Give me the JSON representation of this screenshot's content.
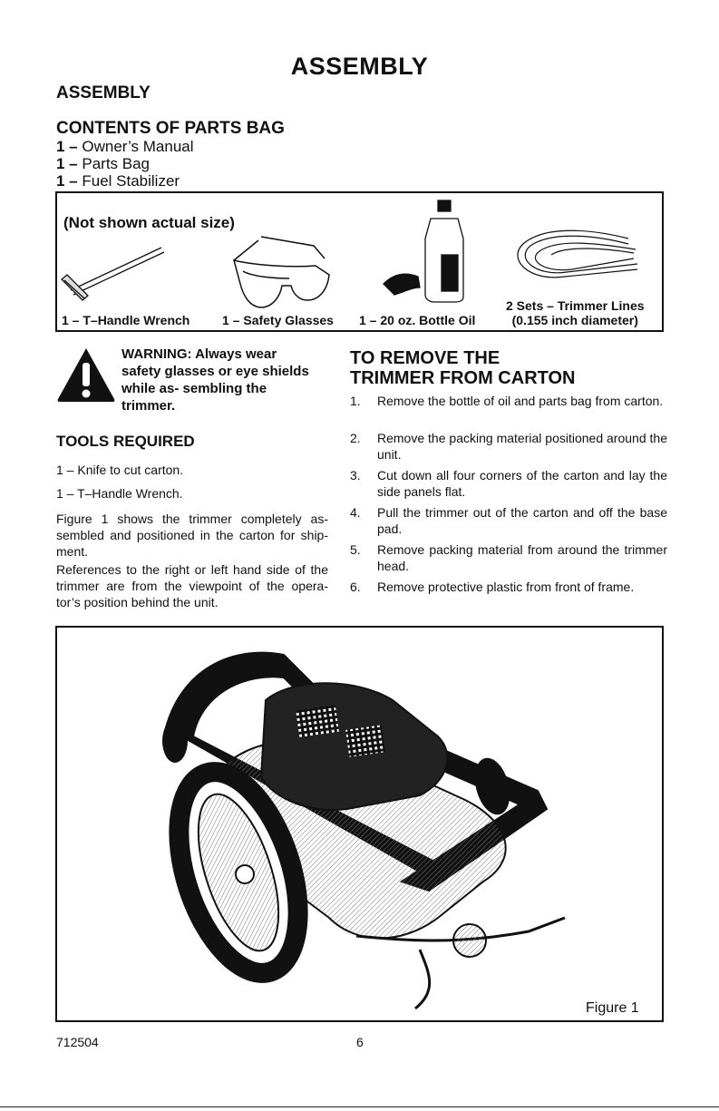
{
  "page": {
    "title": "ASSEMBLY",
    "section": "ASSEMBLY"
  },
  "contents": {
    "title": "CONTENTS OF PARTS BAG",
    "items": [
      {
        "qty": "1 –",
        "label": " Owner’s Manual"
      },
      {
        "qty": "1 –",
        "label": " Parts Bag"
      },
      {
        "qty": "1 –",
        "label": " Fuel Stabilizer"
      }
    ]
  },
  "parts_figure": {
    "note": "(Not shown actual size)",
    "labels": {
      "wrench": "1 – T–Handle Wrench",
      "glasses": "1 – Safety Glasses",
      "oil": "1 – 20 oz. Bottle Oil",
      "lines_1": "2 Sets – Trimmer Lines",
      "lines_2": "(0.155 inch diameter)"
    }
  },
  "warning": {
    "text": "WARNING: Always wear safety glasses or eye shields while as- sembling the trimmer."
  },
  "tools": {
    "title": "TOOLS REQUIRED",
    "items": [
      "1 – Knife to cut carton.",
      "1 – T–Handle Wrench."
    ],
    "paragraphs": [
      "Figure 1 shows the trimmer completely as- sembled and positioned in the carton for ship- ment.",
      "References to the right or left hand side of the trimmer are from the viewpoint of the opera- tor’s position behind the unit."
    ]
  },
  "remove": {
    "title_1": "TO REMOVE THE",
    "title_2": "TRIMMER FROM CARTON",
    "steps": [
      {
        "num": "1.",
        "text": "Remove the bottle of oil and parts bag from carton."
      },
      {
        "num": "2.",
        "text": "Remove the packing material positioned around the unit."
      },
      {
        "num": "3.",
        "text": "Cut down all four corners of the carton and lay the side panels flat."
      },
      {
        "num": "4.",
        "text": "Pull the trimmer out of the carton and off the base pad."
      },
      {
        "num": "5.",
        "text": "Remove packing material from around the trimmer head."
      },
      {
        "num": "6.",
        "text": "Remove protective plastic from front of frame."
      }
    ]
  },
  "figure1": {
    "label": "Figure 1"
  },
  "footer": {
    "code": "712504",
    "page_number": "6"
  }
}
